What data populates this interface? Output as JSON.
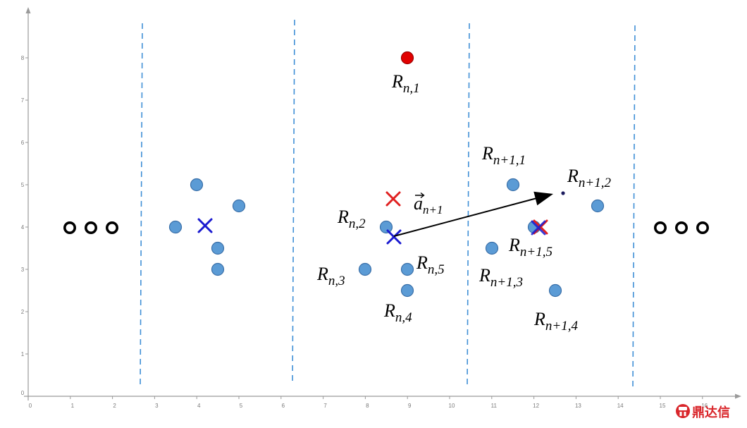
{
  "colors": {
    "background": "#ffffff",
    "reference_point": "#5b9bd5",
    "anchor_point": "#e10000",
    "separator_line": "#3f8fd6",
    "estimated_position_marker": "#1a1ad0",
    "target_position_marker": "#e02020",
    "motion_vector": "#000000",
    "watermark": "#d9262b"
  },
  "axes": {
    "x_ticks": [
      "0",
      "1",
      "2",
      "3",
      "4",
      "5",
      "6",
      "7",
      "8",
      "9",
      "10",
      "11",
      "12",
      "13",
      "14",
      "15",
      "16"
    ],
    "y_ticks": [
      "0",
      "1",
      "2",
      "3",
      "4",
      "5",
      "6",
      "7",
      "8"
    ]
  },
  "labels": {
    "r_n_1": {
      "main": "R",
      "sub": "n,1"
    },
    "r_n_2": {
      "main": "R",
      "sub": "n,2"
    },
    "r_n_3": {
      "main": "R",
      "sub": "n,3"
    },
    "r_n_4": {
      "main": "R",
      "sub": "n,4"
    },
    "r_n_5": {
      "main": "R",
      "sub": "n,5"
    },
    "r_n1_1": {
      "main": "R",
      "sub": "n+1,1"
    },
    "r_n1_2": {
      "main": "R",
      "sub": "n+1,2"
    },
    "r_n1_3": {
      "main": "R",
      "sub": "n+1,3"
    },
    "r_n1_4": {
      "main": "R",
      "sub": "n+1,4"
    },
    "r_n1_5": {
      "main": "R",
      "sub": "n+1,5"
    },
    "a_n1": {
      "main": "a",
      "sub": "n+1",
      "accent_icon": "vector-arrow-icon"
    }
  },
  "watermark": {
    "text": "鼎达信",
    "logo_icon": "dingdaxin-logo-icon"
  }
}
